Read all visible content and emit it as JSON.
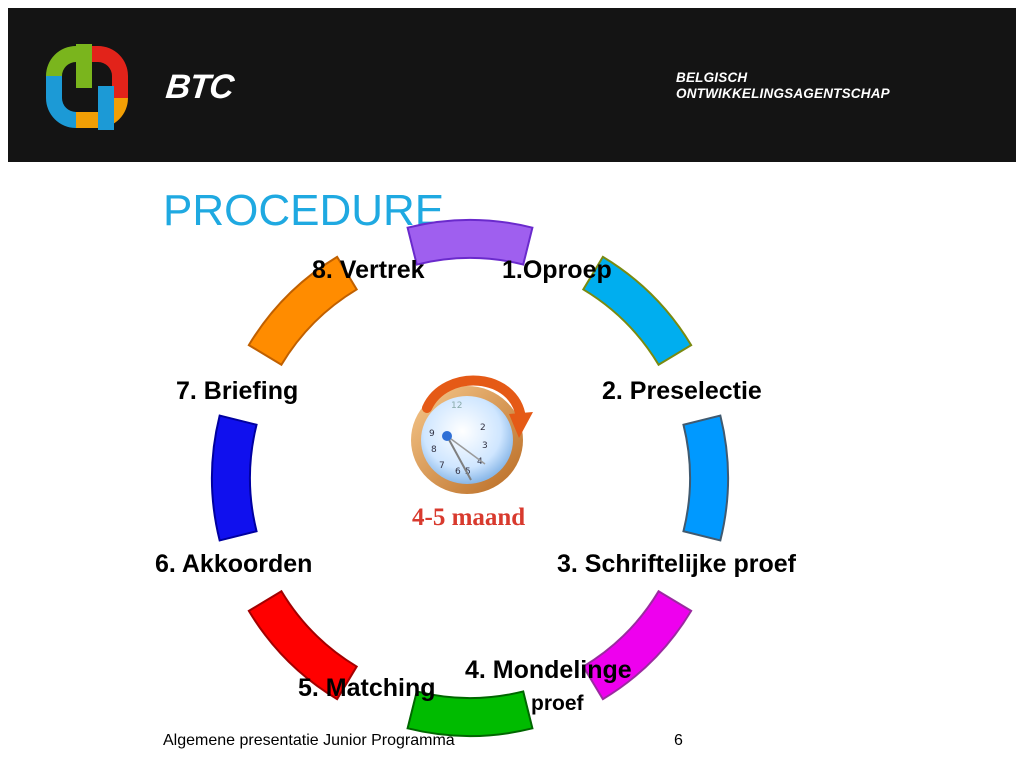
{
  "header": {
    "brand": "BTC",
    "agency_line1": "BELGISCH",
    "agency_line2": "ONTWIKKELINGSAGENTSCHAP",
    "background": "#141414"
  },
  "title": "PROCEDURE",
  "title_color": "#1fa9e1",
  "steps": [
    {
      "label": "1.Oproep",
      "color": "#00aeef"
    },
    {
      "label": "2. Preselectie",
      "color": "#0099ff"
    },
    {
      "label": "3. Schriftelijke proef",
      "color": "#ee00ee"
    },
    {
      "label_line1": "4. Mondelinge",
      "label_line2": "proef",
      "color": "#00bb00"
    },
    {
      "label": "5. Matching",
      "color": "#ff0000"
    },
    {
      "label": "6. Akkoorden",
      "color": "#1010ee"
    },
    {
      "label": "7. Briefing",
      "color": "#ff8c00"
    },
    {
      "label": "8. Vertrek",
      "color": "#9f5fef"
    }
  ],
  "clock": {
    "label": "4-5 maand",
    "icon": "clock-icon"
  },
  "footer": {
    "text": "Algemene presentatie Junior Programma",
    "page": "6"
  }
}
